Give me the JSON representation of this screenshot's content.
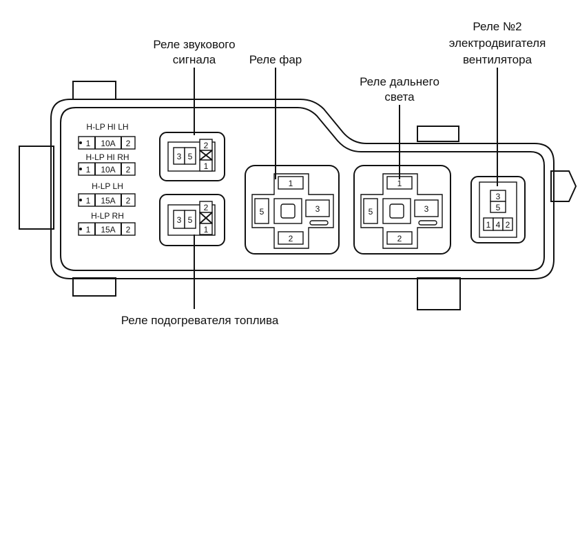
{
  "labels": {
    "horn_relay_l1": "Реле звукового",
    "horn_relay_l2": "сигнала",
    "headlamp_relay": "Реле фар",
    "hi_beam_relay_l1": "Реле дальнего",
    "hi_beam_relay_l2": "света",
    "fan_relay_l1": "Реле №2",
    "fan_relay_l2": "электродвигателя",
    "fan_relay_l3": "вентилятора",
    "fuel_heater_relay": "Реле подогревателя топлива"
  },
  "fuses": [
    {
      "name": "H-LP HI LH",
      "pin_a": "1",
      "rating": "10A",
      "pin_b": "2"
    },
    {
      "name": "H-LP HI RH",
      "pin_a": "1",
      "rating": "10A",
      "pin_b": "2"
    },
    {
      "name": "H-LP LH",
      "pin_a": "1",
      "rating": "15A",
      "pin_b": "2"
    },
    {
      "name": "H-LP RH",
      "pin_a": "1",
      "rating": "15A",
      "pin_b": "2"
    }
  ],
  "small_relays": {
    "top": {
      "pins": [
        "3",
        "5",
        "2",
        "1"
      ]
    },
    "bottom": {
      "pins": [
        "3",
        "5",
        "2",
        "1"
      ]
    }
  },
  "cross_relays": {
    "headlamp": {
      "pins": [
        "1",
        "5",
        "3",
        "2"
      ]
    },
    "hi_beam": {
      "pins": [
        "1",
        "5",
        "3",
        "2"
      ]
    }
  },
  "fan_relay": {
    "pins": [
      "3",
      "5",
      "1",
      "4",
      "2"
    ]
  }
}
